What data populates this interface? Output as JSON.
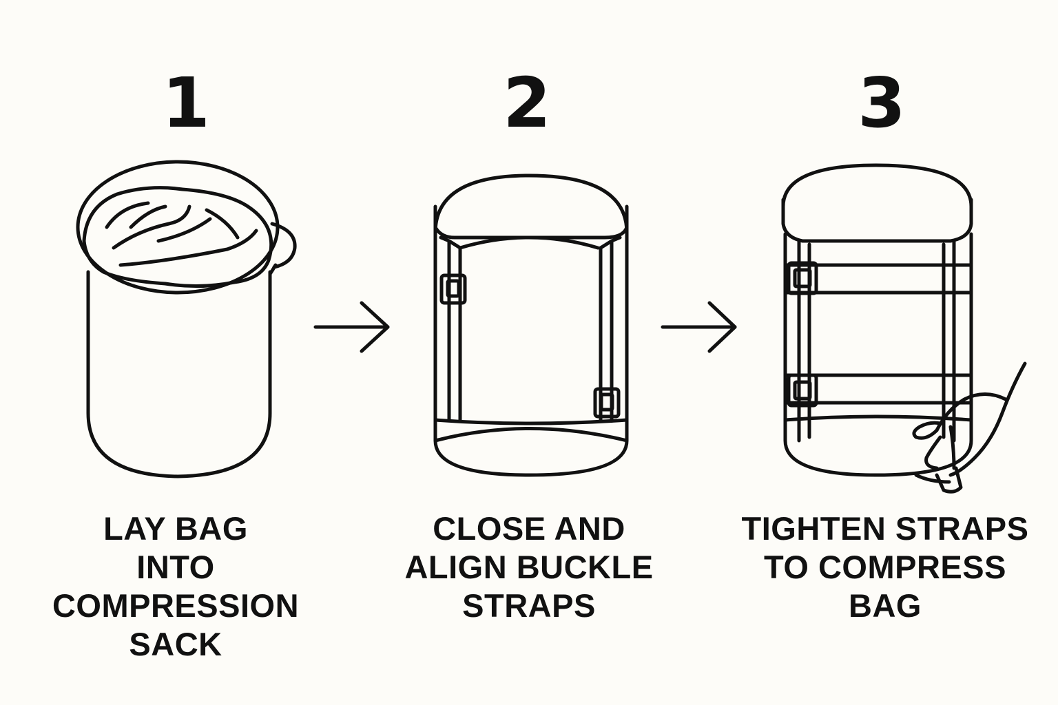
{
  "steps": [
    {
      "number": "1",
      "caption_lines": [
        "LAY BAG",
        "INTO",
        "COMPRESSION",
        "SACK"
      ]
    },
    {
      "number": "2",
      "caption_lines": [
        "CLOSE AND",
        "ALIGN BUCKLE",
        "STRAPS"
      ]
    },
    {
      "number": "3",
      "caption_lines": [
        "TIGHTEN STRAPS",
        "TO COMPRESS",
        "BAG"
      ]
    }
  ],
  "colors": {
    "background": "#fdfcf8",
    "ink": "#111111"
  },
  "icons": [
    "open-sack-icon",
    "closed-sack-icon",
    "compressed-sack-icon",
    "hand-icon",
    "arrow-right-icon"
  ]
}
